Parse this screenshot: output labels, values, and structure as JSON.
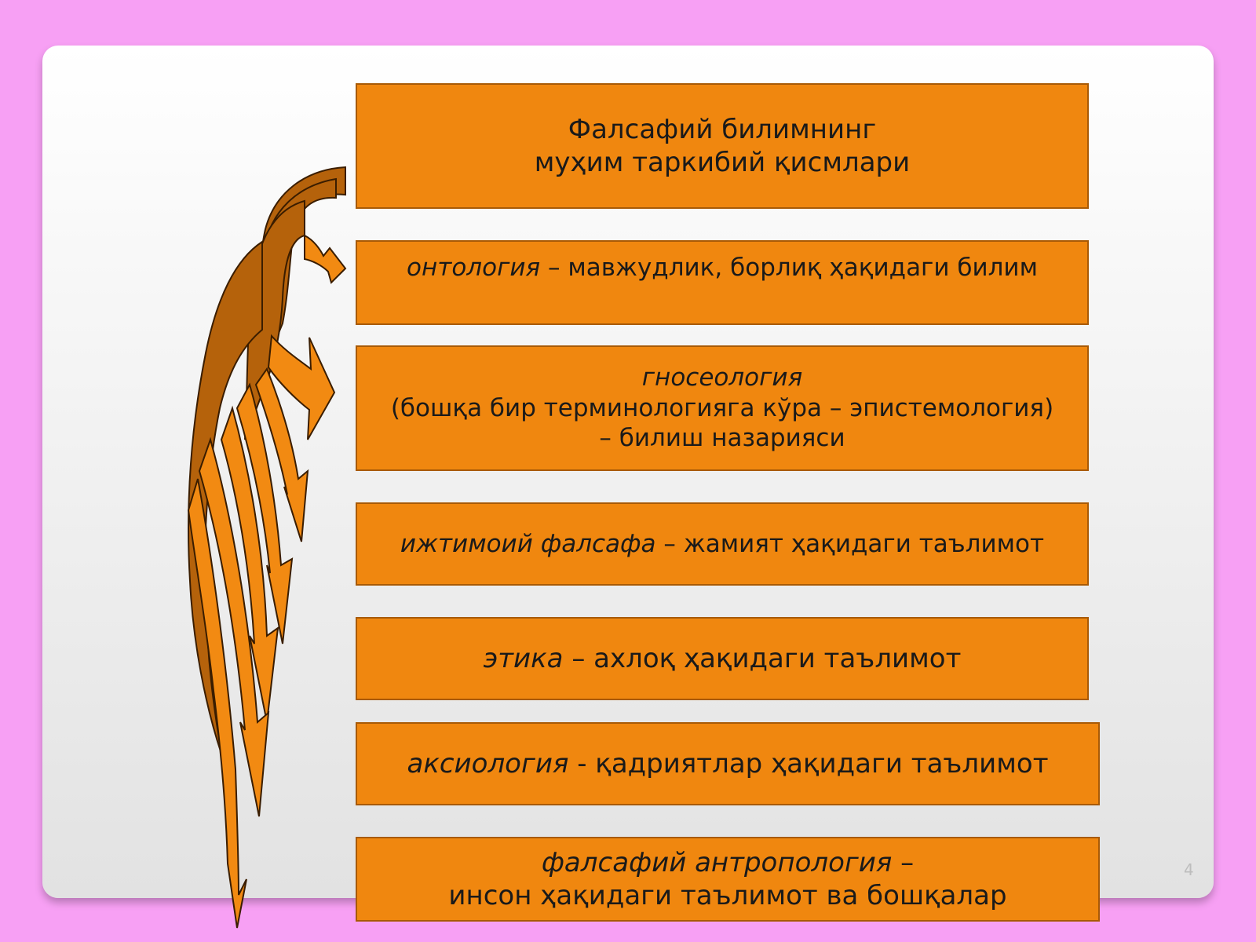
{
  "colors": {
    "page_background": "#f7a0f4",
    "box_fill": "#f0870f",
    "box_border": "#a85a06",
    "arrow_light": "#f28a12",
    "arrow_dark": "#b5620b"
  },
  "title": {
    "line1": "Фалсафий билимнинг",
    "line2": "муҳим таркибий қисмлари"
  },
  "items": [
    {
      "term": "онтология",
      "rest": " – мавжудлик, борлиқ ҳақидаги билим"
    },
    {
      "term": "гносеология",
      "line2": "(бошқа бир терминологияга кўра – эпистемология)",
      "line3": "– билиш назарияси"
    },
    {
      "term": "ижтимоий фалсафа",
      "rest": " – жамият ҳақидаги таълимот"
    },
    {
      "term": "этика",
      "rest": " – ахлоқ ҳақидаги таълимот"
    },
    {
      "term": "аксиология",
      "rest": " - қадриятлар ҳақидаги таълимот"
    },
    {
      "term": "фалсафий антропология",
      "rest": " –",
      "line2": "инсон ҳақидаги таълимот ва бошқалар"
    }
  ],
  "slide_number": "4",
  "icons": [
    "curved-arrow-icon"
  ]
}
